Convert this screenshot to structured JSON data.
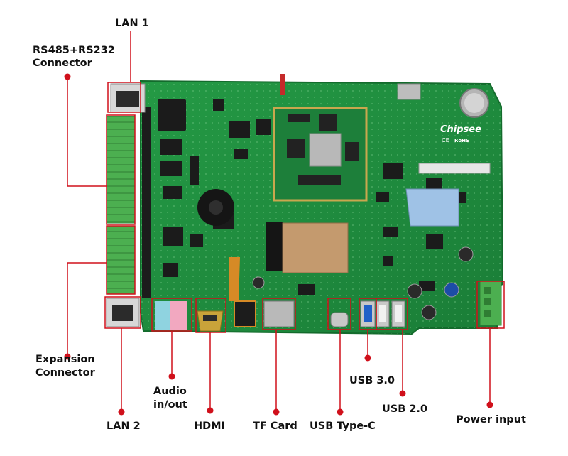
{
  "labels": {
    "lan1": "LAN 1",
    "rs485_line1": "RS485+RS232",
    "rs485_line2": "Connector",
    "expansion_line1": "Expansion",
    "expansion_line2": "Connector",
    "lan2": "LAN 2",
    "audio_line1": "Audio",
    "audio_line2": "in/out",
    "hdmi": "HDMI",
    "tf_card": "TF Card",
    "usb_type_c": "USB Type-C",
    "usb30": "USB 3.0",
    "usb20": "USB 2.0",
    "power_input": "Power input"
  },
  "board": {
    "brand_text": "Chipsee",
    "ce_text": "CE",
    "rohs_text": "RoHS"
  },
  "colors": {
    "pcb": "#1f8a3e",
    "pcb_dark": "#17702f",
    "callout": "#d0101b",
    "terminal": "#4caf50"
  }
}
